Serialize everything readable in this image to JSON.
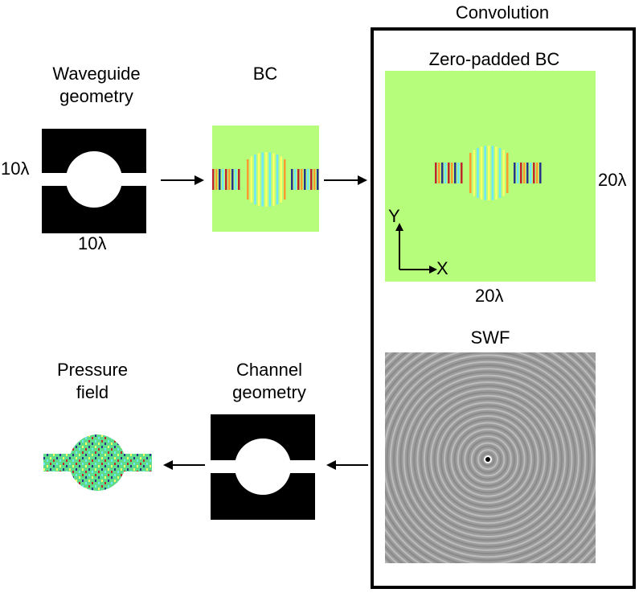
{
  "labels": {
    "convolution": "Convolution",
    "waveguide_geometry": "Waveguide\ngeometry",
    "bc": "BC",
    "zero_padded_bc": "Zero-padded BC",
    "swf": "SWF",
    "pressure_field": "Pressure\nfield",
    "channel_geometry": "Channel\ngeometry"
  },
  "dimensions": {
    "waveguide_side": "10λ",
    "waveguide_bottom": "10λ",
    "zero_padded_side": "20λ",
    "zero_padded_bottom": "20λ"
  },
  "axes": {
    "y": "Y",
    "x": "X"
  },
  "colors": {
    "green_field": "#b5fd7a",
    "swf_gray": "#9c9c9c",
    "geometry_black": "#000000",
    "stripe_red": "#c0272d",
    "stripe_blue": "#27348b",
    "stripe_cyan": "#6fe6ff",
    "stripe_yellow": "#ffff66",
    "stripe_orange": "#ff9a2e"
  },
  "icons": [
    "right-arrow-icon",
    "left-arrow-icon",
    "axis-arrow-icon"
  ]
}
